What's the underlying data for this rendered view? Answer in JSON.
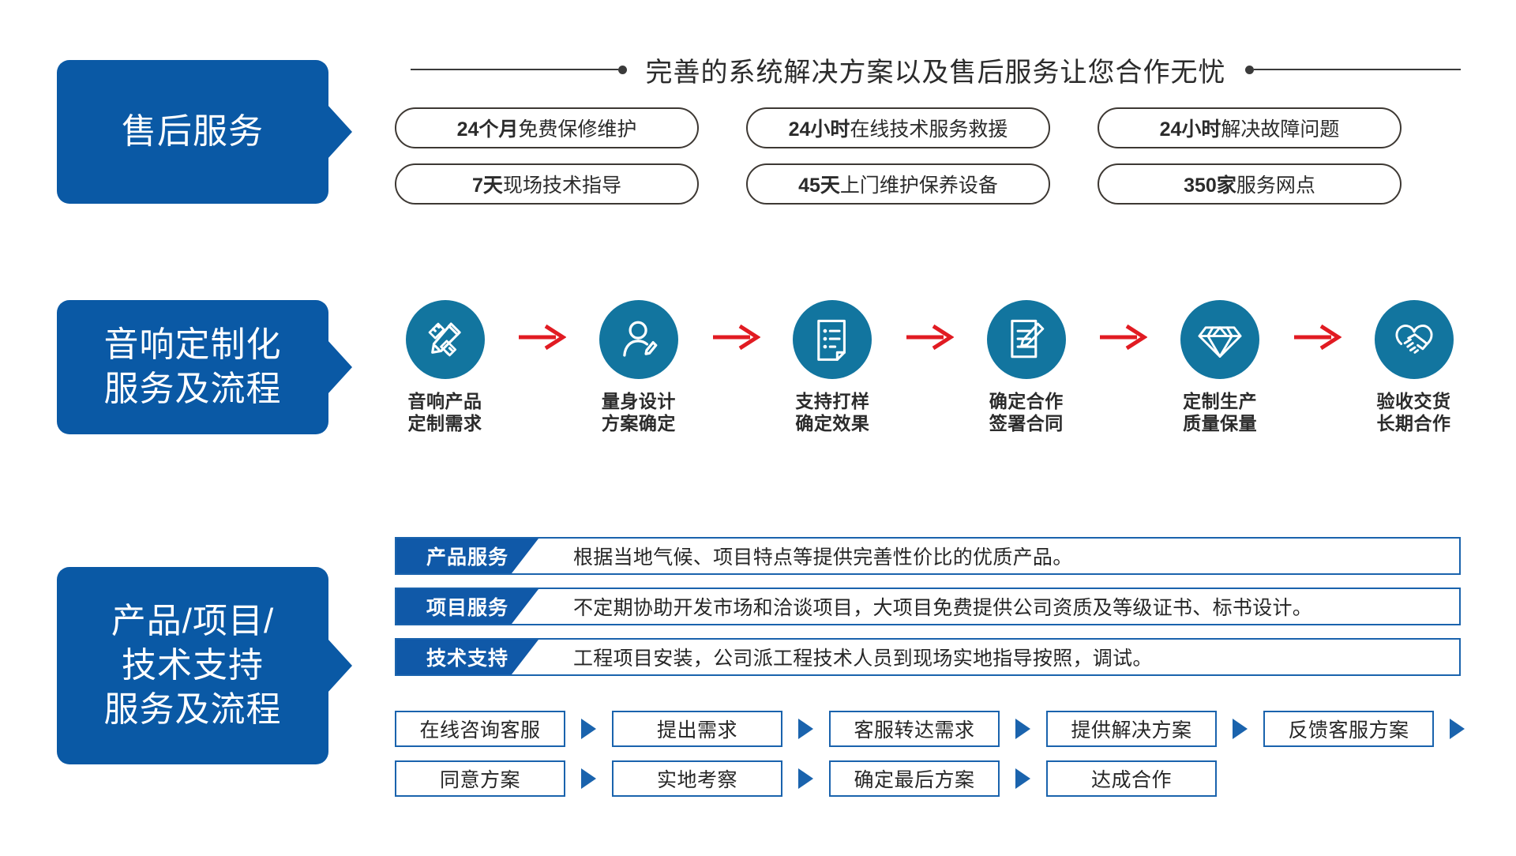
{
  "colors": {
    "label_blue": "#0a59a5",
    "icon_teal": "#12759f",
    "arrow_red": "#e11b22",
    "box_blue": "#1a63ad",
    "tag_blue": "#1059a8",
    "text_dark": "#2b2b2b"
  },
  "section1": {
    "label": "售后服务",
    "headline": "完善的系统解决方案以及售后服务让您合作无忧",
    "pills": [
      {
        "strong": "24个月",
        "rest": "免费保修维护"
      },
      {
        "strong": "24小时",
        "rest": "在线技术服务救援"
      },
      {
        "strong": "24小时",
        "rest": "解决故障问题"
      },
      {
        "strong": "7天",
        "rest": "现场技术指导"
      },
      {
        "strong": "45天",
        "rest": "上门维护保养设备"
      },
      {
        "strong": "350家",
        "rest": "服务网点"
      }
    ]
  },
  "section2": {
    "label": "音响定制化\n服务及流程",
    "steps": [
      {
        "icon": "pencil-ruler-icon",
        "label": "音响产品\n定制需求"
      },
      {
        "icon": "person-design-icon",
        "label": "量身设计\n方案确定"
      },
      {
        "icon": "checklist-document-icon",
        "label": "支持打样\n确定效果"
      },
      {
        "icon": "document-pen-icon",
        "label": "确定合作\n签署合同"
      },
      {
        "icon": "diamond-icon",
        "label": "定制生产\n质量保量"
      },
      {
        "icon": "handshake-heart-icon",
        "label": "验收交货\n长期合作"
      }
    ],
    "arrow_label": "red-arrow-icon"
  },
  "section3": {
    "label": "产品/项目/\n技术支持\n服务及流程",
    "service_bars": [
      {
        "tag": "产品服务",
        "text": "根据当地气候、项目特点等提供完善性价比的优质产品。"
      },
      {
        "tag": "项目服务",
        "text": "不定期协助开发市场和洽谈项目，大项目免费提供公司资质及等级证书、标书设计。"
      },
      {
        "tag": "技术支持",
        "text": "工程项目安装，公司派工程技术人员到现场实地指导按照，调试。"
      }
    ],
    "flow_row1": [
      "在线咨询客服",
      "提出需求",
      "客服转达需求",
      "提供解决方案",
      "反馈客服方案"
    ],
    "flow_row1_trailing_arrow": true,
    "flow_row2": [
      "同意方案",
      "实地考察",
      "确定最后方案",
      "达成合作"
    ]
  }
}
